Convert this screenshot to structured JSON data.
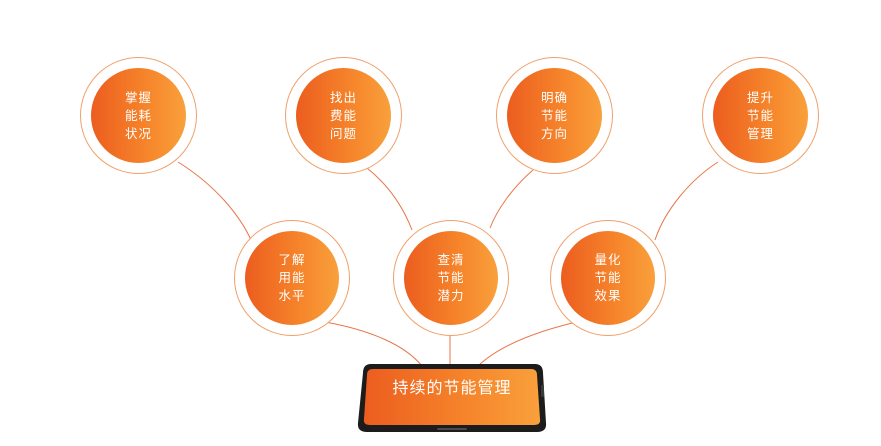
{
  "title": "持续的节能管理",
  "top_nodes": [
    {
      "lines": [
        "掌握",
        "能耗",
        "状况"
      ]
    },
    {
      "lines": [
        "找出",
        "费能",
        "问题"
      ]
    },
    {
      "lines": [
        "明确",
        "节能",
        "方向"
      ]
    },
    {
      "lines": [
        "提升",
        "节能",
        "管理"
      ]
    }
  ],
  "mid_nodes": [
    {
      "lines": [
        "了解",
        "用能",
        "水平"
      ]
    },
    {
      "lines": [
        "查清",
        "节能",
        "潜力"
      ]
    },
    {
      "lines": [
        "量化",
        "节能",
        "效果"
      ]
    }
  ],
  "colors": {
    "accent_start": "#ec5d1f",
    "accent_end": "#f9a03c",
    "ring": "#f0a06a",
    "connector": "#e8764a",
    "phone_body": "#1c1c1c"
  }
}
